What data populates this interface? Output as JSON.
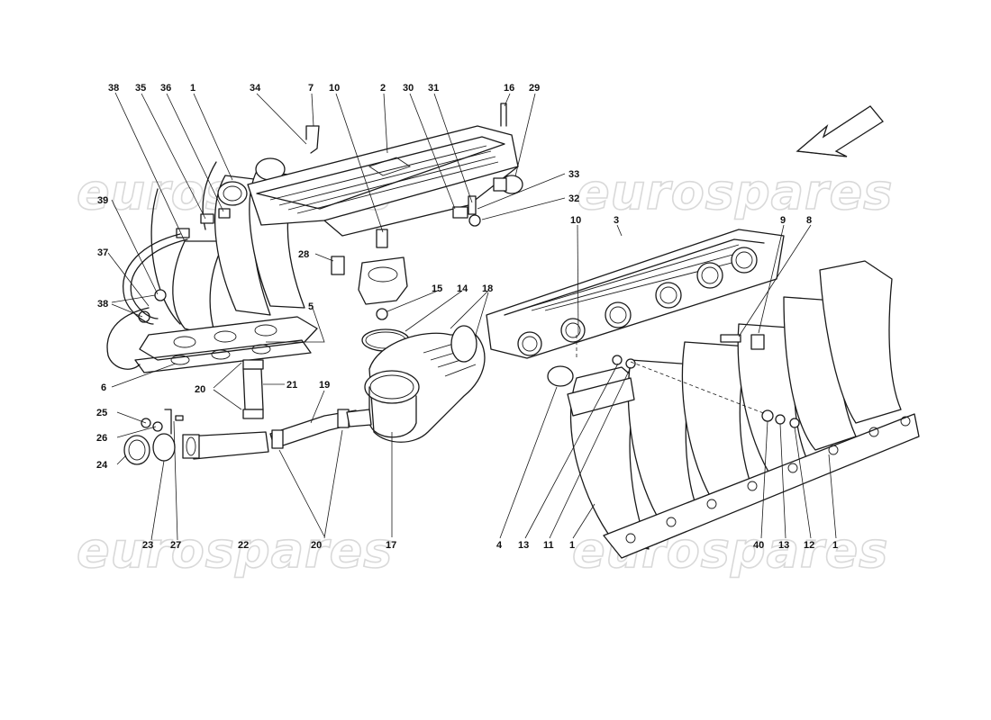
{
  "watermark": "eurospares",
  "callouts": {
    "c38a": "38",
    "c35": "35",
    "c36": "36",
    "c1a": "1",
    "c34": "34",
    "c7": "7",
    "c10a": "10",
    "c2": "2",
    "c30": "30",
    "c31": "31",
    "c16": "16",
    "c29": "29",
    "c39": "39",
    "c37": "37",
    "c38b": "38",
    "c6": "6",
    "c28": "28",
    "c5": "5",
    "c33": "33",
    "c32": "32",
    "c10b": "10",
    "c3": "3",
    "c9": "9",
    "c8": "8",
    "c15": "15",
    "c14": "14",
    "c18": "18",
    "c20a": "20",
    "c21": "21",
    "c19": "19",
    "c25": "25",
    "c26": "26",
    "c24": "24",
    "c23": "23",
    "c27": "27",
    "c22": "22",
    "c20b": "20",
    "c17": "17",
    "c4": "4",
    "c13a": "13",
    "c11": "11",
    "c1b": "1",
    "c40": "40",
    "c13b": "13",
    "c12": "12",
    "c1c": "1"
  },
  "icons": {
    "direction": "arrow-icon"
  }
}
